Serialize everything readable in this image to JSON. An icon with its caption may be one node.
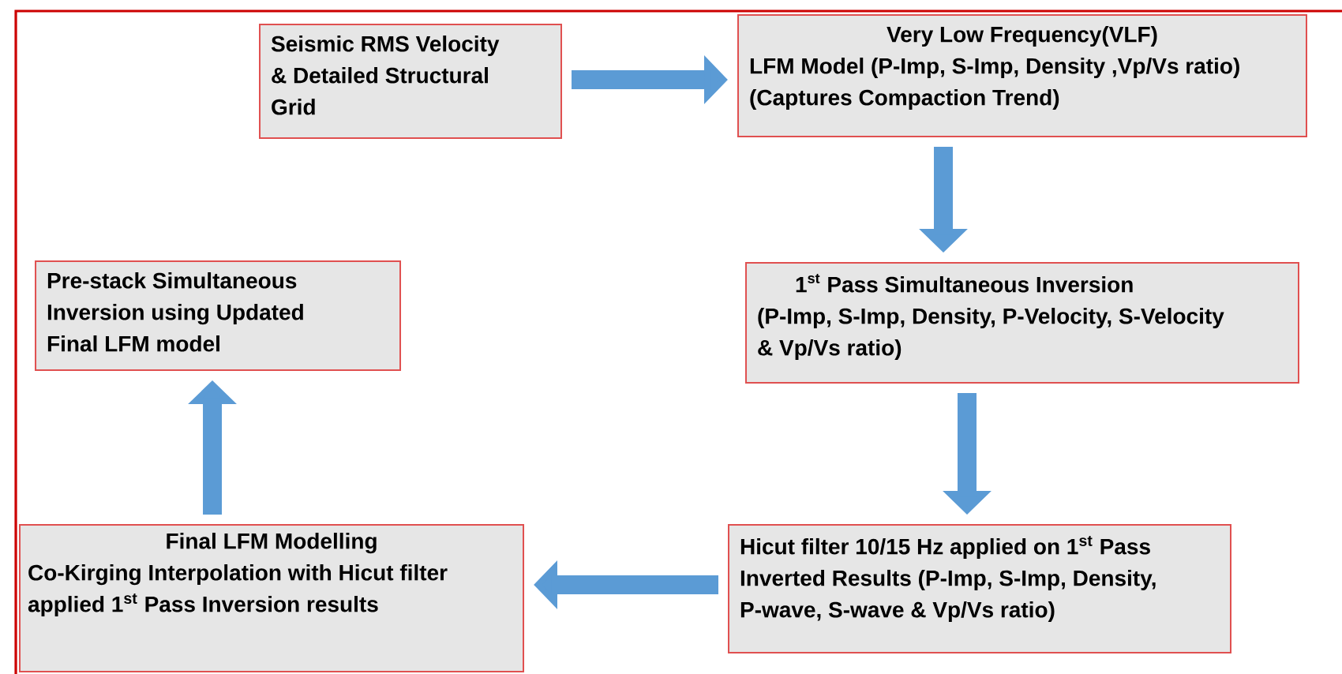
{
  "diagram": {
    "nodes": [
      {
        "text": [
          "Seismic RMS Velocity & Detailed Structural Grid"
        ]
      },
      {
        "text": [
          "Very Low Frequency(VLF)",
          "LFM Model (P-Imp, S-Imp, Density ,Vp/Vs ratio) (Captures Compaction Trend)"
        ]
      },
      {
        "text": [
          "\\mbox{\\bfseries 1}^{\\mbox{\\bfseries\\fontsize{9}{9}\\selectfont st}}\\mbox{\\bfseries\\ Pass Simultaneous Inversion}",
          "(P-Imp, S-Imp, Density, P-Velocity, S-Velocity & Vp/Vs ratio)"
        ]
      },
      {
        "text": [
          "Pre-stack Simultaneous Inversion using Updated Final LFM model"
        ]
      },
      {
        "text": [
          "Final LFM Modelling",
          "Co-Kirging Interpolation with Hicut filter applied 1$^{st}$ Pass Inversion results"
        ]
      },
      {
        "text": [
          "Hicut filter 10/15 Hz applied on 1$^{st}$ Pass Inverted Results (P-Imp, S-Imp, Density, P-wave, S-wave & Vp/Vs ratio)"
        ]
      }
    ],
    "edges": [
      {
        "from": 0,
        "to": 1,
        "arrow": "to"
      },
      {
        "from": 1,
        "to": 2,
        "arrow": "to"
      },
      {
        "from": 2,
        "to": 5,
        "arrow": "to"
      },
      {
        "from": 5,
        "to": 4,
        "arrow": "to"
      },
      {
        "from": 4,
        "to": 3,
        "arrow": "to"
      }
    ]
  }
}
